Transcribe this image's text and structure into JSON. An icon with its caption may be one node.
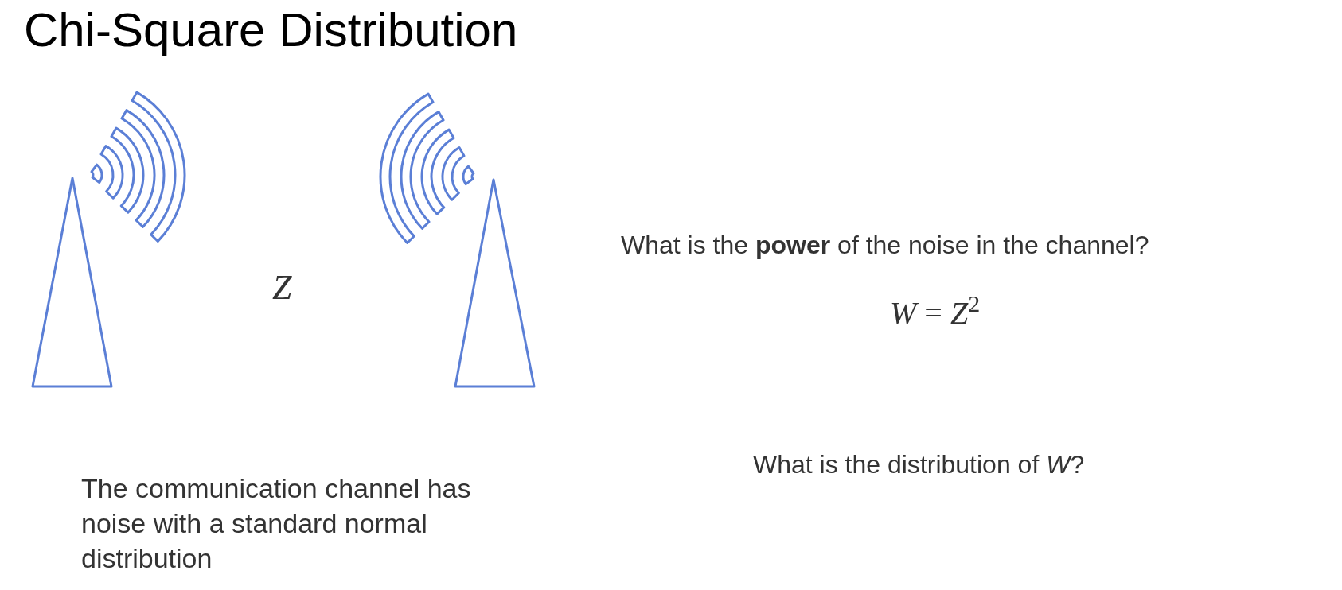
{
  "diagram": {
    "title": "Chi-Square Distribution",
    "labels": [
      "Z",
      "The communication channel has noise with a standard normal distribution",
      "What is the **power** of the noise in the channel?",
      "*W* = *Z*$^{2}$",
      "What is the distribution of *W*?"
    ]
  }
}
